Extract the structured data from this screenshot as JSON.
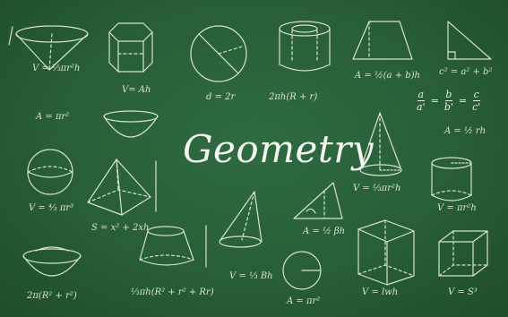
{
  "board": {
    "title": "Geometry",
    "background_color": "#285e38",
    "chalk_color": "#e9efe6"
  },
  "formulas": {
    "cone_volume": "V = ⅓πr²h",
    "prism_volume": "V= Ah",
    "diameter": "d = 2r",
    "cylinder_surface": "2πh(R + r)",
    "trapezoid_area": "A = ½(a + b)h",
    "pythagoras": "c² = a² + b²",
    "hemisphere_area": "A = πr²",
    "proportion_a_num": "a",
    "proportion_a_den": "a'",
    "proportion_b_num": "b",
    "proportion_b_den": "b'",
    "proportion_c_num": "c",
    "proportion_c_den": "c'",
    "cone_area": "A = ½ rh",
    "sphere_volume": "V = ⁴⁄₃ πr³",
    "pyramid_surface": "S = x² + 2xh",
    "triangle_area": "A = ½ βh",
    "cone2_volume": "V = ⅓πr²h",
    "cylinder_volume": "V = πr²h",
    "bowl_area": "2π(R² + r²)",
    "frustum_volume": "⅓πh(R² + r² + Rr)",
    "small_cone": "V = ⅓ Bh",
    "circle_area": "A = πr²",
    "box_volume": "V = lwh",
    "cube_volume": "V = S³"
  }
}
